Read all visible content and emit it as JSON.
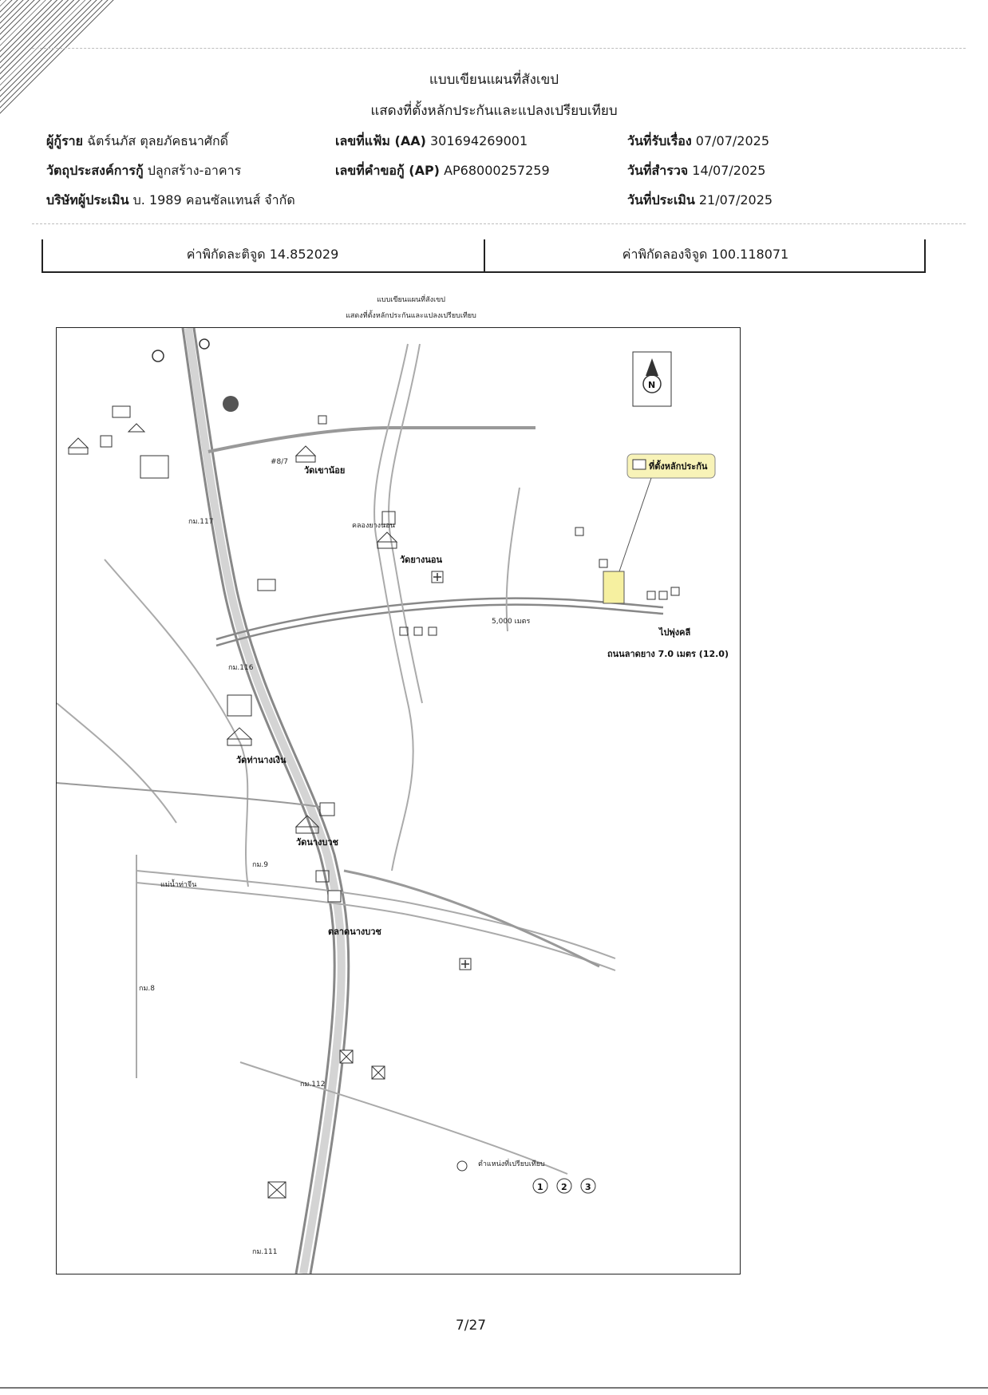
{
  "header": {
    "title_line1": "แบบเขียนแผนที่สังเขป",
    "title_line2": "แสดงที่ตั้งหลักประกันและแปลงเปรียบเทียบ"
  },
  "fields": {
    "borrower_label": "ผู้กู้ราย",
    "borrower_value": "ฉัตร์นภัส ตุลยภัคธนาศักดิ์",
    "file_no_label": "เลขที่แฟ้ม (AA)",
    "file_no_value": "301694269001",
    "received_label": "วันที่รับเรื่อง",
    "received_value": "07/07/2025",
    "purpose_label": "วัตถุประสงค์การกู้",
    "purpose_value": "ปลูกสร้าง-อาคาร",
    "request_no_label": "เลขที่คำขอกู้ (AP)",
    "request_no_value": "AP68000257259",
    "survey_label": "วันที่สำรวจ",
    "survey_value": "14/07/2025",
    "appraiser_label": "บริษัทผู้ประเมิน",
    "appraiser_value": "บ. 1989 คอนซัลแทนส์ จำกัด",
    "appraisal_label": "วันที่ประเมิน",
    "appraisal_value": "21/07/2025"
  },
  "coordinates": {
    "lat_label": "ค่าพิกัดละติจูด",
    "lat_value": "14.852029",
    "lng_label": "ค่าพิกัดลองจิจูด",
    "lng_value": "100.118071"
  },
  "map": {
    "title_line1": "แบบเขียนแผนที่สังเขป",
    "title_line2": "แสดงที่ตั้งหลักประกันและแปลงเปรียบเทียบ",
    "north": "N",
    "legend_collateral": "ที่ตั้งหลักประกัน",
    "road_desc": "ถนนลาดยาง 7.0 เมตร (12.0)",
    "to_pho": "ไปพุ่งคลี",
    "labels": {
      "wat_khao_noi": "วัดเขาน้อย",
      "wat_yang_non": "วัดยางนอน",
      "wat_tha_ngiw": "วัดท่านางเงิน",
      "wat_nang_buat": "วัดนางบวช",
      "talat_nang_buat": "ตลาดนางบวช",
      "khlong_yang_non": "คลองยางนอน",
      "mae_nam_tha_chin": "แม่น้ำท่าจีน",
      "km_117": "กม.117",
      "km_116": "กม.116",
      "km_9": "กม.9",
      "km_8": "กม.8",
      "km_112": "กม.112",
      "km_111": "กม.111",
      "house_8_7": "#8/7",
      "distance": "5,000 เมตร",
      "legend_compare": "ตำแหน่งที่เปรียบเทียบ"
    },
    "compare_points": [
      "1",
      "2",
      "3"
    ]
  },
  "page": {
    "number": "7/27"
  }
}
